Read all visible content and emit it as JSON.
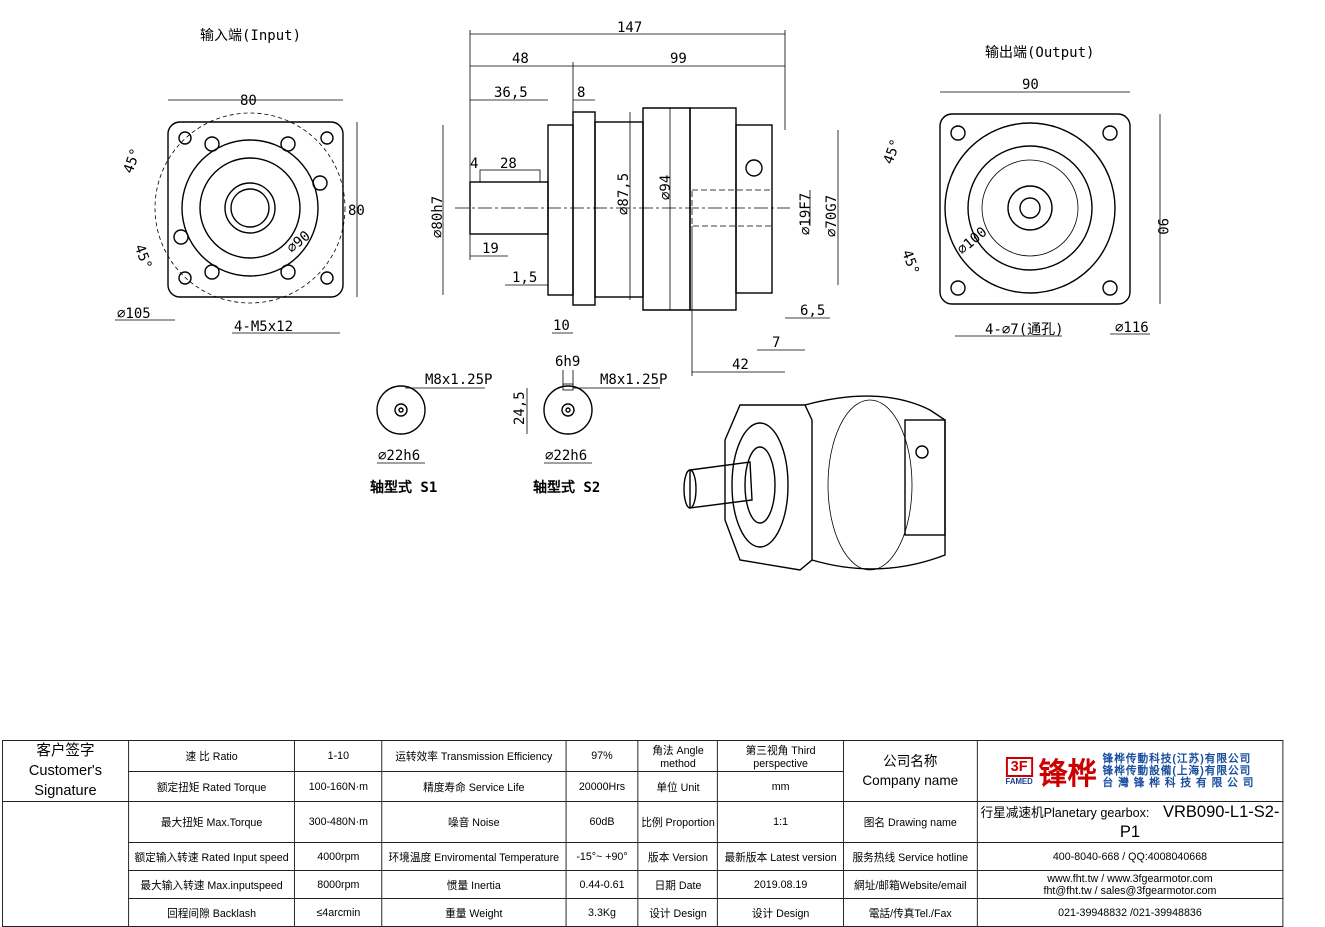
{
  "input_view": {
    "title": "输入端(Input)",
    "dims": [
      "80",
      "80",
      "45°",
      "45°",
      "⌀90",
      "⌀105",
      "4-M5x12"
    ]
  },
  "side_view": {
    "dims": [
      "147",
      "48",
      "99",
      "36,5",
      "8",
      "4",
      "28",
      "⌀80h7",
      "⌀87,5",
      "⌀94",
      "19",
      "1,5",
      "10",
      "⌀19F7",
      "⌀70G7",
      "6,5",
      "7",
      "42"
    ]
  },
  "output_view": {
    "title": "输出端(Output)",
    "dims": [
      "90",
      "90",
      "45°",
      "45°",
      "⌀100",
      "4-⌀7(通孔)",
      "⌀116"
    ]
  },
  "shaft_s1": {
    "thread": "M8x1.25P",
    "dia": "⌀22h6",
    "label": "轴型式 S1"
  },
  "shaft_s2": {
    "key": "6h9",
    "thread": "M8x1.25P",
    "height": "24,5",
    "dia": "⌀22h6",
    "label": "轴型式 S2"
  },
  "table": {
    "signature_cn": "客户签字",
    "signature_en": "Customer's Signature",
    "rows": [
      [
        "速 比 Ratio",
        "1-10",
        "运转效率 Transmission Efficiency",
        "97%",
        "角法 Angle method",
        "第三视角 Third perspective"
      ],
      [
        "额定扭矩 Rated Torque",
        "100-160N·m",
        "精度寿命 Service Life",
        "20000Hrs",
        "单位 Unit",
        "mm"
      ],
      [
        "最大扭矩 Max.Torque",
        "300-480N·m",
        "噪音 Noise",
        "60dB",
        "比例 Proportion",
        "1:1"
      ],
      [
        "额定输入转速 Rated Input speed",
        "4000rpm",
        "环境温度 Enviromental Temperature",
        "-15°~ +90°",
        "版本 Version",
        "最新版本 Latest version"
      ],
      [
        "最大输入转速 Max.inputspeed",
        "8000rpm",
        "惯量 Inertia",
        "0.44-0.61",
        "日期 Date",
        "2019.08.19"
      ],
      [
        "回程间隙 Backlash",
        "≤4arcmin",
        "重量 Weight",
        "3.3Kg",
        "设计 Design",
        "设计 Design"
      ]
    ],
    "company_cn": "公司名称",
    "company_en": "Company name",
    "logo": {
      "mark": "3F",
      "sub": "FAMED",
      "brand": "锋桦",
      "lines": [
        "锋桦传動科技(江苏)有限公司",
        "锋桦传動設備(上海)有限公司",
        "台 灣 锋 桦 科 技 有 限 公 司"
      ]
    },
    "info": [
      {
        "label": "图名 Drawing name",
        "value": "行星减速机Planetary gearbox:",
        "model": "VRB090-L1-S2-P1"
      },
      {
        "label": "服务热线 Service hotline",
        "value": "400-8040-668 / QQ:4008040668"
      },
      {
        "label": "網址/邮箱Website/email",
        "value": "www.fht.tw / www.3fgearmotor.com",
        "value2": "fht@fht.tw / sales@3fgearmotor.com"
      },
      {
        "label": "電話/传真Tel./Fax",
        "value": "021-39948832 /021-39948836"
      }
    ]
  },
  "colors": {
    "brand_red": "#cc0000",
    "brand_blue": "#1a4fa0"
  }
}
